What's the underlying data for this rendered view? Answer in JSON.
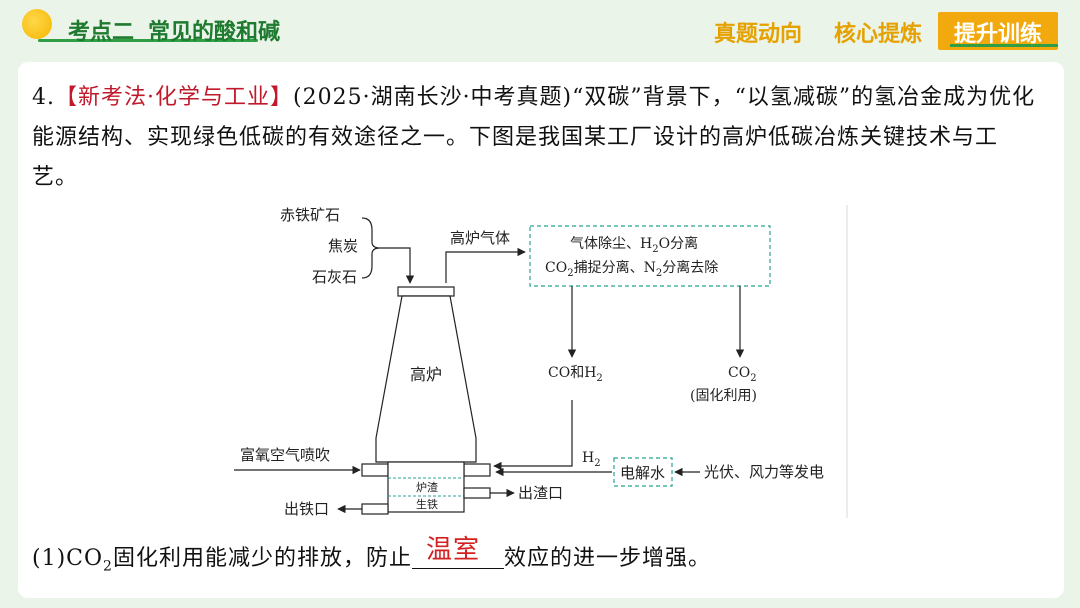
{
  "header": {
    "topic": "考点二",
    "topic_title": "常见的酸和碱",
    "tabs": [
      "真题动向",
      "核心提炼",
      "提升训练"
    ]
  },
  "question": {
    "number": "4.",
    "tag": "【新考法·化学与工业】",
    "source": "(2025·湖南长沙·中考真题)",
    "text_part1": "“双碳”背景下，“以氢减碳”的氢冶金成为优化能源结构、实现绿色低碳的有效途径之一。下图是我国某工厂设计的高炉低碳冶炼关键技术与工艺。"
  },
  "diagram": {
    "raw_materials": [
      "赤铁矿石",
      "焦炭",
      "石灰石"
    ],
    "furnace_gas": "高炉气体",
    "process_line1": "气体除尘、H",
    "process_line1_b": "O分离",
    "process_line2": "CO",
    "process_line2_b": "捕捉分离、N",
    "process_line2_c": "分离去除",
    "furnace": "高炉",
    "co_h2": "CO和H",
    "co2": "CO",
    "co2_use": "(固化利用)",
    "oxygen_air": "富氧空气喷吹",
    "h2": "H",
    "electrolysis": "电解水",
    "power": "光伏、风力等发电",
    "slag": "炉渣",
    "pig_iron": "生铁",
    "slag_outlet": "出渣口",
    "iron_outlet": "出铁口",
    "sub2": "2"
  },
  "answer": {
    "prefix": "(1)CO",
    "sub": "2",
    "middle": "固化利用能减少的排放，防止",
    "blank_answer": "温室",
    "suffix": "效应的进一步增强。"
  }
}
